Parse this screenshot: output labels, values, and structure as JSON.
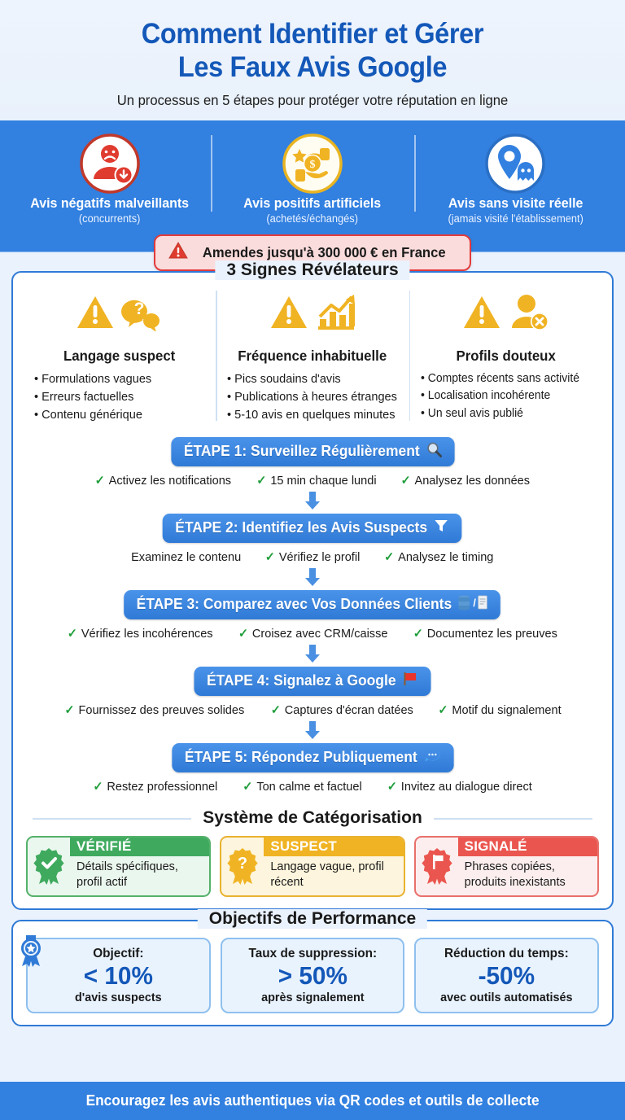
{
  "header": {
    "title_line1": "Comment Identifier et Gérer",
    "title_line2": "Les Faux Avis Google",
    "subtitle": "Un processus en 5 étapes pour protéger votre réputation en ligne",
    "accent_color": "#1458b8"
  },
  "banner": {
    "background_color": "#3280e0",
    "items": [
      {
        "icon": "sad-user-down-arrow-icon",
        "label": "Avis négatifs malveillants",
        "sub": "(concurrents)"
      },
      {
        "icon": "money-exchange-star-icon",
        "label": "Avis positifs artificiels",
        "sub": "(achetés/échangés)"
      },
      {
        "icon": "map-pin-ghost-icon",
        "label": "Avis sans visite réelle",
        "sub": "(jamais visité l'établissement)"
      }
    ]
  },
  "fine_alert": {
    "icon": "warning-triangle-icon",
    "text": "Amendes jusqu'à 300 000 € en France",
    "border_color": "#e23b3b",
    "background_color": "#fbdcdc"
  },
  "signs_section": {
    "title": "3 Signes Révélateurs",
    "columns": [
      {
        "icons": [
          "warning-triangle-icon",
          "question-speech-bubble-icon"
        ],
        "heading": "Langage suspect",
        "bullets": [
          "Formulations vagues",
          "Erreurs factuelles",
          "Contenu générique"
        ]
      },
      {
        "icons": [
          "warning-triangle-icon",
          "rising-bar-chart-icon"
        ],
        "heading": "Fréquence inhabituelle",
        "bullets": [
          "Pics soudains d'avis",
          "Publications à heures étranges",
          "5-10 avis en quelques minutes"
        ]
      },
      {
        "icons": [
          "warning-triangle-icon",
          "user-x-icon"
        ],
        "heading": "Profils douteux",
        "bullets": [
          "Comptes récents sans activité",
          "Localisation incohérente",
          "Un seul avis publié"
        ]
      }
    ],
    "steps": [
      {
        "label": "ÉTAPE 1: Surveillez Régulièrement",
        "icon": "magnifier-icon",
        "items": [
          {
            "check": true,
            "text": "Activez les notifications"
          },
          {
            "check": true,
            "text": "15 min chaque lundi"
          },
          {
            "check": true,
            "text": "Analysez les données"
          }
        ]
      },
      {
        "label": "ÉTAPE 2: Identifiez les Avis Suspects",
        "icon": "funnel-icon",
        "items": [
          {
            "check": false,
            "text": "Examinez le contenu"
          },
          {
            "check": true,
            "text": "Vérifiez le profil"
          },
          {
            "check": true,
            "text": "Analysez le timing"
          }
        ]
      },
      {
        "label": "ÉTAPE 3: Comparez avec Vos Données Clients",
        "icon": "database-receipt-icon",
        "items": [
          {
            "check": true,
            "text": "Vérifiez les incohérences"
          },
          {
            "check": true,
            "text": "Croisez avec CRM/caisse"
          },
          {
            "check": true,
            "text": "Documentez les preuves"
          }
        ]
      },
      {
        "label": "ÉTAPE 4: Signalez à Google",
        "icon": "red-flag-icon",
        "items": [
          {
            "check": true,
            "text": "Fournissez des preuves solides"
          },
          {
            "check": true,
            "text": "Captures d'écran datées"
          },
          {
            "check": true,
            "text": "Motif du signalement"
          }
        ]
      },
      {
        "label": "ÉTAPE 5: Répondez Publiquement",
        "icon": "speech-balloon-icon",
        "items": [
          {
            "check": true,
            "text": "Restez professionnel"
          },
          {
            "check": true,
            "text": "Ton calme et factuel"
          },
          {
            "check": true,
            "text": "Invitez au dialogue direct"
          }
        ]
      }
    ],
    "categorization": {
      "title": "Système de Catégorisation",
      "cards": [
        {
          "icon": "rosette-check-icon",
          "label": "VÉRIFIÉ",
          "desc": "Détails spécifiques, profil actif",
          "color": "#3faa5e"
        },
        {
          "icon": "rosette-question-icon",
          "label": "SUSPECT",
          "desc": "Langage vague, profil récent",
          "color": "#f0b323"
        },
        {
          "icon": "rosette-flag-icon",
          "label": "SIGNALÉ",
          "desc": "Phrases copiées, produits inexistants",
          "color": "#ea564f"
        }
      ]
    }
  },
  "goals_section": {
    "title": "Objectifs de Performance",
    "medal_icon": "award-medal-icon",
    "cards": [
      {
        "label": "Objectif:",
        "value": "< 10%",
        "sub": "d'avis suspects"
      },
      {
        "label": "Taux de suppression:",
        "value": "> 50%",
        "sub": "après signalement"
      },
      {
        "label": "Réduction du temps:",
        "value": "-50%",
        "sub": "avec outils automatisés"
      }
    ]
  },
  "footer": {
    "text": "Encouragez les avis authentiques via QR codes et outils de collecte",
    "background_color": "#3280e0"
  }
}
